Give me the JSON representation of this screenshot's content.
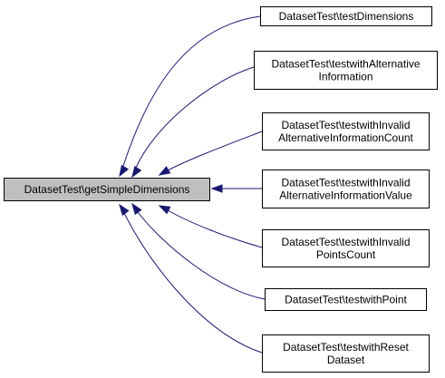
{
  "graph": {
    "root": {
      "id": "root",
      "lines": [
        "DatasetTest\\getSimpleDimensions"
      ],
      "highlighted": true
    },
    "callers": [
      {
        "id": "testDimensions",
        "lines": [
          "DatasetTest\\testDimensions"
        ]
      },
      {
        "id": "testwithAlternativeInformation",
        "lines": [
          "DatasetTest\\testwithAlternative",
          "Information"
        ]
      },
      {
        "id": "testwithInvalidAlternativeInformationCount",
        "lines": [
          "DatasetTest\\testwithInvalid",
          "AlternativeInformationCount"
        ]
      },
      {
        "id": "testwithInvalidAlternativeInformationValue",
        "lines": [
          "DatasetTest\\testwithInvalid",
          "AlternativeInformationValue"
        ]
      },
      {
        "id": "testwithInvalidPointsCount",
        "lines": [
          "DatasetTest\\testwithInvalid",
          "PointsCount"
        ]
      },
      {
        "id": "testwithPoint",
        "lines": [
          "DatasetTest\\testwithPoint"
        ]
      },
      {
        "id": "testwithResetDataset",
        "lines": [
          "DatasetTest\\testwithReset",
          "Dataset"
        ]
      }
    ],
    "colors": {
      "edge": "#191970",
      "root_fill": "#bfbfbf",
      "node_fill": "#ffffff",
      "border": "#000000"
    }
  }
}
